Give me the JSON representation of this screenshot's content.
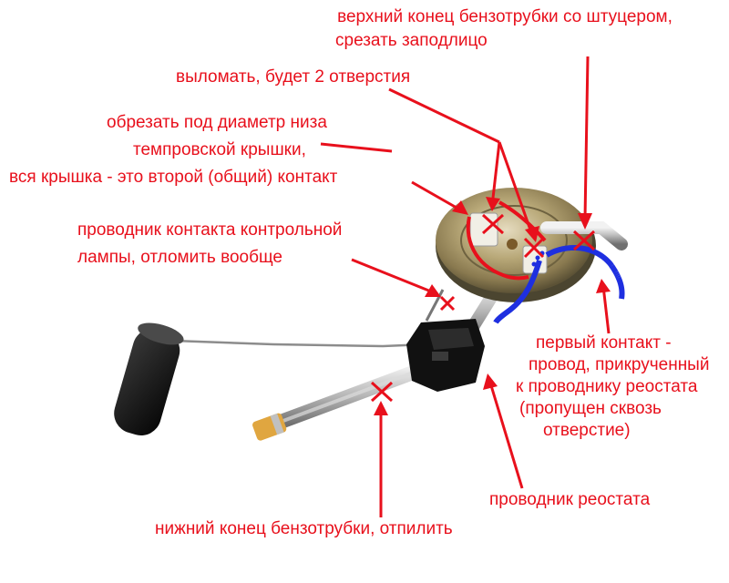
{
  "colors": {
    "annotation_red": "#e8101c",
    "wire_blue": "#1e2fe0"
  },
  "labels": {
    "top_end_line1": "верхний конец бензотрубки со штуцером,",
    "top_end_line2": "срезать заподлицо",
    "break_out": "выломать, будет 2 отверстия",
    "cut_line1": "обрезать под диаметр низа",
    "cut_line2": "темпровской крышки,",
    "cut_line3": "вся крышка - это второй (общий) контакт",
    "lamp_line1": "проводник контакта контрольной",
    "lamp_line2": "лампы, отломить вообще",
    "first_line1": "первый контакт -",
    "first_line2": "провод, прикрученный",
    "first_line3": "к проводнику реостата",
    "first_line4": "(пропущен сквозь",
    "first_line5": "отверстие)",
    "rheostat": "проводник реостата",
    "bottom_end": "нижний конец бензотрубки, отпилить"
  }
}
